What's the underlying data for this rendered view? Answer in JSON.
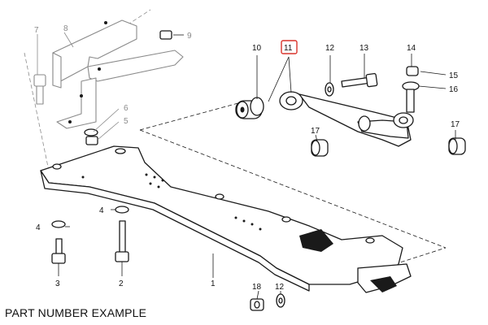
{
  "caption": "PART NUMBER EXAMPLE",
  "callouts": {
    "c1": "1",
    "c2": "2",
    "c3": "3",
    "c4a": "4",
    "c4b": "4",
    "c5": "5",
    "c6": "6",
    "c7": "7",
    "c8": "8",
    "c9": "9",
    "c10": "10",
    "c11": "11",
    "c12a": "12",
    "c12b": "12",
    "c13": "13",
    "c14": "14",
    "c15": "15",
    "c16": "16",
    "c17a": "17",
    "c17b": "17",
    "c18": "18"
  },
  "highlight_color": "#d9342b"
}
